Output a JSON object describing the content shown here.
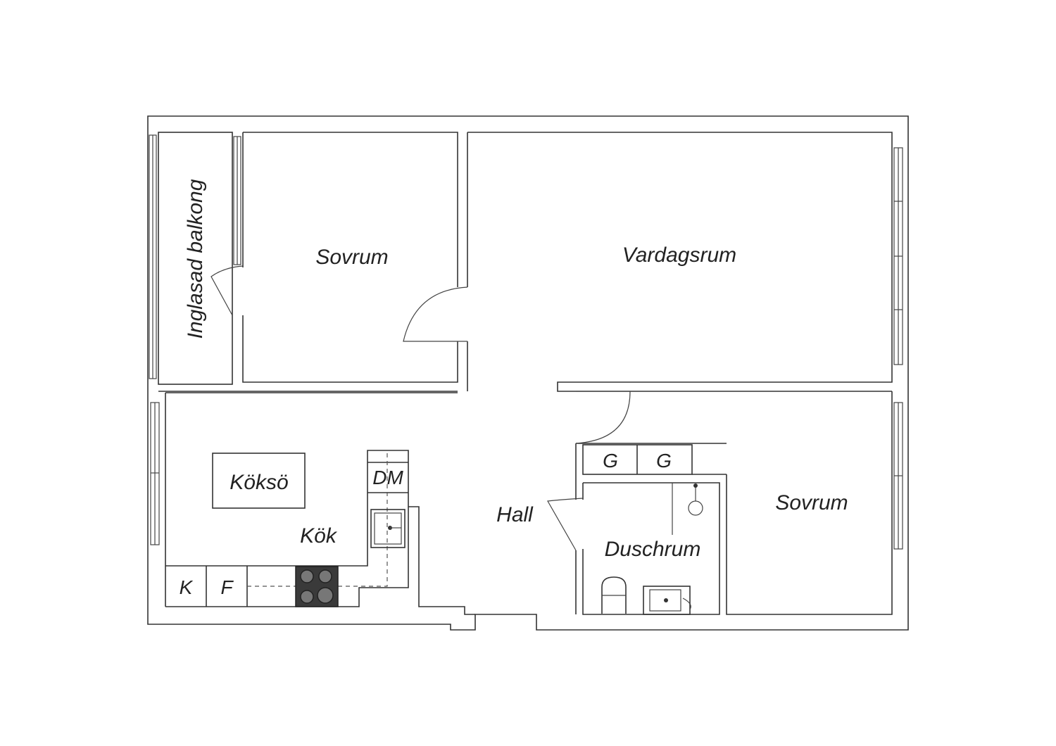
{
  "rooms": {
    "balcony": "Inglasad balkong",
    "bedroom_top": "Sovrum",
    "living": "Vardagsrum",
    "hall": "Hall",
    "kitchen": "Kök",
    "island": "Köksö",
    "bathroom": "Duschrum",
    "bedroom_bottom": "Sovrum"
  },
  "fixtures": {
    "dishwasher": "DM",
    "fridge": "K",
    "freezer": "F",
    "wardrobe_1": "G",
    "wardrobe_2": "G"
  },
  "colors": {
    "wall": "#333333",
    "background": "#ffffff",
    "stove": "#3a3a3a"
  }
}
